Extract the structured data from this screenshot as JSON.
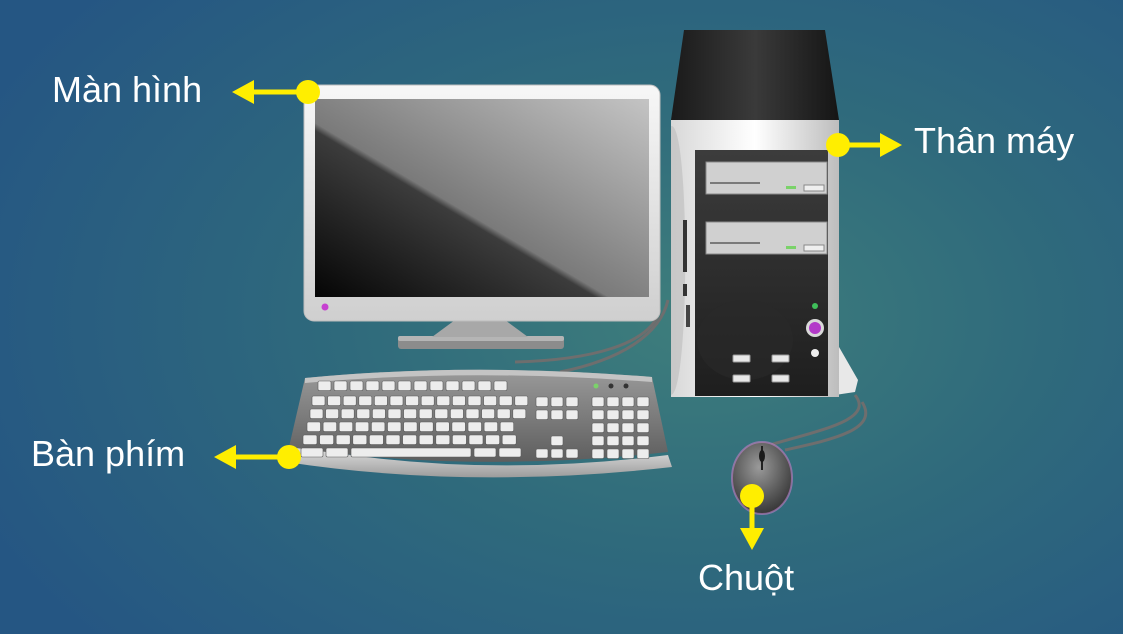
{
  "labels": {
    "monitor": "Màn hình",
    "system_unit": "Thân máy",
    "keyboard": "Bàn phím",
    "mouse": "Chuột"
  },
  "colors": {
    "pointer": "#ffee00",
    "text": "#ffffff",
    "background": "#2f6a7c",
    "power_button": "#b33ac9",
    "power_led": "#3fbf5a"
  }
}
